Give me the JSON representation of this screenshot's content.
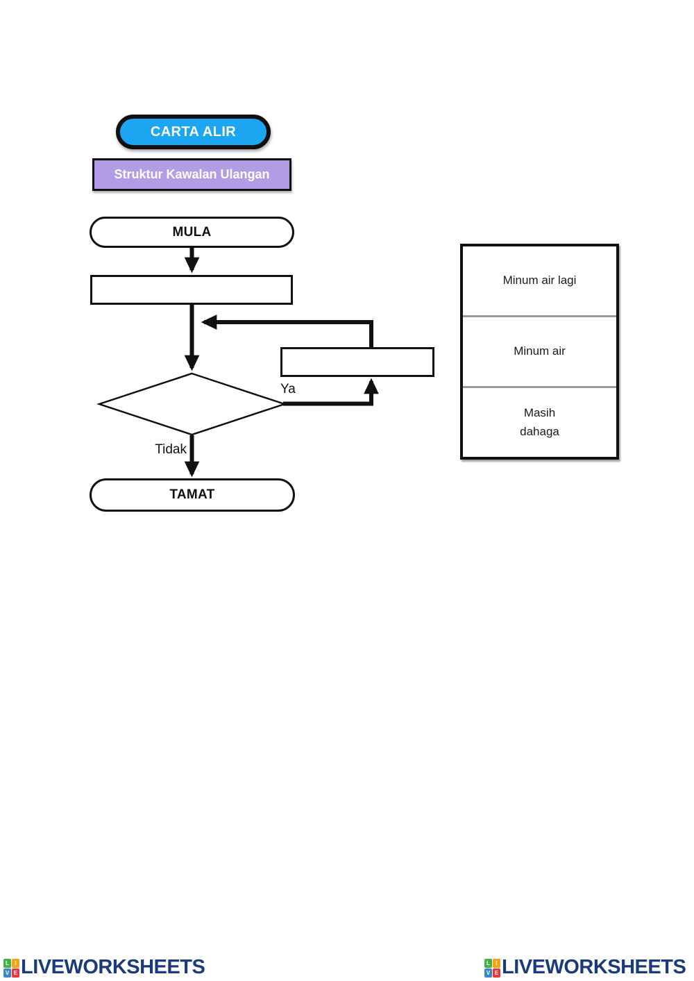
{
  "header": {
    "title": "CARTA ALIR",
    "subtitle": "Struktur Kawalan Ulangan",
    "title_bg_color": "#1ca5f1",
    "subtitle_bg_color": "#b29ce6"
  },
  "flowchart": {
    "start_label": "MULA",
    "end_label": "TAMAT",
    "decision_yes_label": "Ya",
    "decision_no_label": "Tidak",
    "process_box_value": "",
    "loop_box_value": "",
    "line_color": "#101010"
  },
  "answer_bank": {
    "options": [
      {
        "label": "Minum air lagi"
      },
      {
        "label": "Minum air"
      },
      {
        "label": "Masih\ndahaga"
      }
    ]
  },
  "footer": {
    "logo_text": "LIVEWORKSHEETS",
    "logo_text_color": "#1b3a7d",
    "logo_squares": [
      {
        "letter": "L",
        "color": "#43b049"
      },
      {
        "letter": "I",
        "color": "#f7a411"
      },
      {
        "letter": "V",
        "color": "#3a87c8"
      },
      {
        "letter": "E",
        "color": "#e8353e"
      }
    ]
  }
}
